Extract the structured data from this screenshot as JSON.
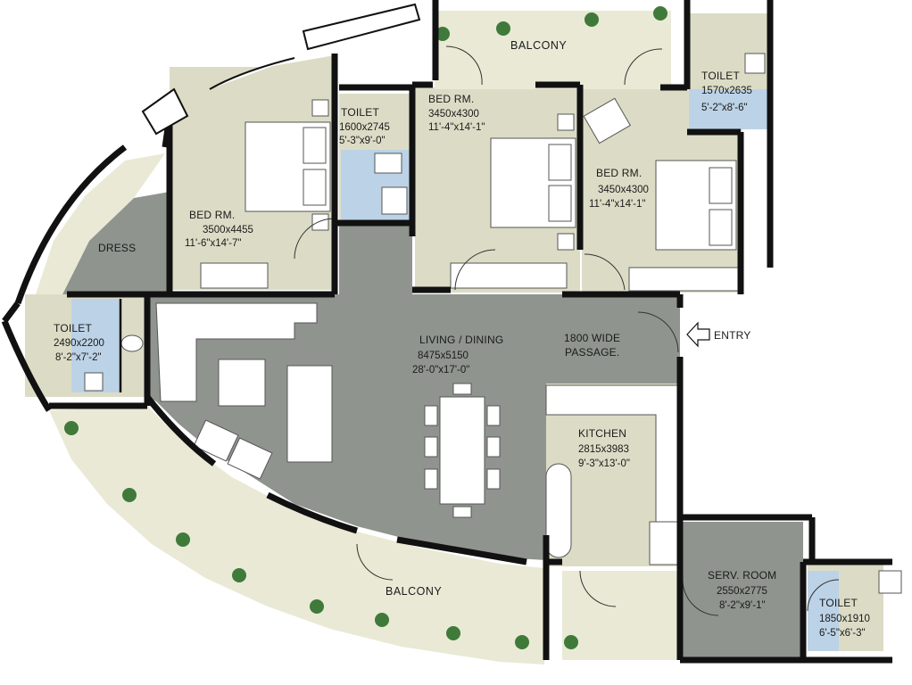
{
  "rooms": {
    "balcony_top": {
      "name": "BALCONY"
    },
    "bed_1": {
      "name": "BED RM.",
      "metric": "3500x4455",
      "imperial": "11'-6\"x14'-7\""
    },
    "bed_2": {
      "name": "BED RM.",
      "metric": "3450x4300",
      "imperial": "11'-4\"x14'-1\""
    },
    "bed_3": {
      "name": "BED RM.",
      "metric": "3450x4300",
      "imperial": "11'-4\"x14'-1\""
    },
    "toilet_1": {
      "name": "TOILET",
      "metric": "1600x2745",
      "imperial": "5'-3\"x9'-0\""
    },
    "toilet_2": {
      "name": "TOILET",
      "metric": "1570x2635",
      "imperial": "5'-2\"x8'-6\""
    },
    "toilet_3": {
      "name": "TOILET",
      "metric": "2490x2200",
      "imperial": "8'-2\"x7'-2\""
    },
    "toilet_4": {
      "name": "TOILET",
      "metric": "1850x1910",
      "imperial": "6'-5\"x6'-3\""
    },
    "dress": {
      "name": "DRESS"
    },
    "living": {
      "name": "LIVING / DINING",
      "metric": "8475x5150",
      "imperial": "28'-0\"x17'-0\""
    },
    "passage": {
      "line1": "1800 WIDE",
      "line2": "PASSAGE."
    },
    "entry": {
      "name": "ENTRY"
    },
    "kitchen": {
      "name": "KITCHEN",
      "metric": "2815x3983",
      "imperial": "9'-3\"x13'-0\""
    },
    "serv_room": {
      "name": "SERV. ROOM",
      "metric": "2550x2775",
      "imperial": "8'-2\"x9'-1\""
    },
    "balcony_bottom": {
      "name": "BALCONY"
    }
  },
  "colors": {
    "living_grey": "#8f958e",
    "room_beige": "#dcdcc6",
    "balcony_beige": "#e9e9d6",
    "toilet_blue": "#bcd2e6",
    "wall": "#111111",
    "plant_green": "#3f7a3a"
  }
}
